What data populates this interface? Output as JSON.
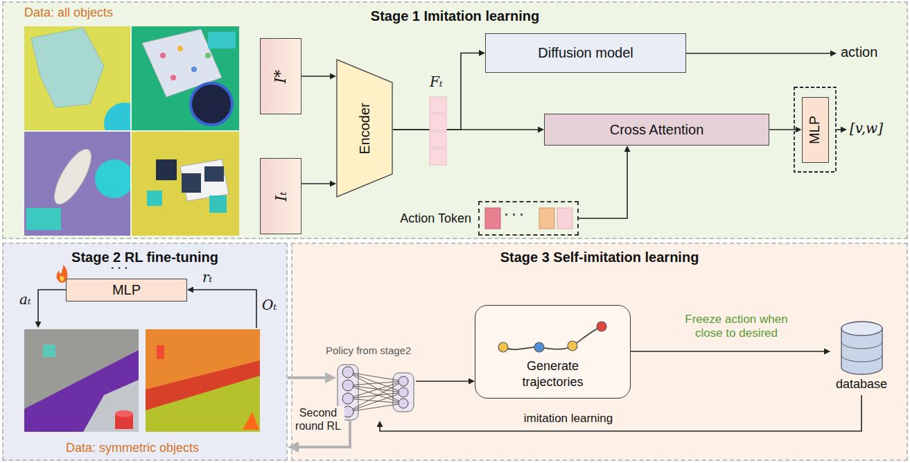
{
  "diagram": {
    "nodes": [
      {
        "text": [
          "Stage 1 Imitation learning"
        ]
      },
      {
        "text": [
          "I*"
        ],
        "in": 0
      },
      {
        "text": [
          "Iₜ"
        ],
        "in": 0
      },
      {
        "text": [
          "Encoder"
        ],
        "in": 0
      },
      {
        "text": [
          "Diffusion model"
        ],
        "in": 0
      },
      {
        "text": [
          "Cross Attention"
        ],
        "in": 0
      },
      {
        "text": [
          "MLP"
        ],
        "in": 0
      },
      {
        "text": [
          "Action Token"
        ],
        "in": 0
      },
      {
        "text": [
          "Stage 2 RL fine-tuning"
        ]
      },
      {
        "text": [
          "MLP"
        ],
        "in": 8
      },
      {
        "text": [
          "Stage 3 Self-imitation learning"
        ]
      },
      {
        "text": [
          "Generate trajectories"
        ],
        "in": 10
      },
      {
        "text": [
          "Policy from stage2"
        ],
        "in": 10
      },
      {
        "text": [
          "database"
        ],
        "in": 10
      }
    ],
    "edges": [
      {
        "from": 1,
        "to": 3,
        "arrow": "to"
      },
      {
        "from": 2,
        "to": 3,
        "arrow": "to"
      },
      {
        "from": 3,
        "to": 4,
        "arrow": "to"
      },
      {
        "from": 3,
        "to": 5,
        "arrow": "to"
      },
      {
        "from": 5,
        "to": 6,
        "arrow": "to"
      },
      {
        "from": 7,
        "to": 5,
        "arrow": "to"
      },
      {
        "from": 8,
        "to": 12,
        "arrow": "to"
      },
      {
        "from": 12,
        "to": 11,
        "arrow": "to"
      },
      {
        "from": 11,
        "to": 13,
        "arrow": "to",
        "label": "Freeze action when close to desired"
      },
      {
        "from": 13,
        "to": 12,
        "arrow": "to",
        "label": "imitation learning"
      },
      {
        "from": 12,
        "to": 8,
        "arrow": "to",
        "label": "Second round RL"
      }
    ],
    "labels": [
      "Data: all objects",
      "Fₜ",
      "action",
      "[v,w]",
      "· · ·",
      "· · ·",
      "aₜ",
      "rₜ",
      "Oₜ",
      "Data: symmetric objects"
    ]
  }
}
